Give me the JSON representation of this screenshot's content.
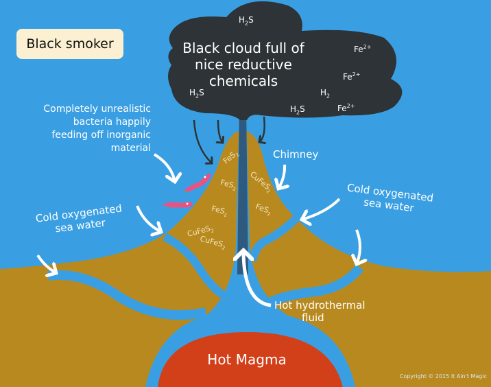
{
  "title": "Black smoker",
  "cloud": {
    "label": "Black cloud full of nice reductive chemicals",
    "line1": "Black cloud full of",
    "line2": "nice reductive",
    "line3": "chemicals",
    "chemicals": [
      {
        "base": "H",
        "sub": "2",
        "tail": "S",
        "sup": ""
      },
      {
        "base": "Fe",
        "sub": "",
        "tail": "",
        "sup": "2+"
      },
      {
        "base": "Fe",
        "sub": "",
        "tail": "",
        "sup": "2+"
      },
      {
        "base": "H",
        "sub": "2",
        "tail": "S",
        "sup": ""
      },
      {
        "base": "H",
        "sub": "2",
        "tail": "",
        "sup": ""
      },
      {
        "base": "H",
        "sub": "2",
        "tail": "S",
        "sup": ""
      },
      {
        "base": "Fe",
        "sub": "",
        "tail": "",
        "sup": "2+"
      }
    ]
  },
  "labels": {
    "bacteria": "Completely unrealistic bacteria happily feeding off inorganic material",
    "bacteria_l1": "Completely unrealistic",
    "bacteria_l2": "bacteria happily",
    "bacteria_l3": "feeding off inorganic",
    "bacteria_l4": "material",
    "chimney": "Chimney",
    "cold_left_l1": "Cold oxygenated",
    "cold_left_l2": "sea water",
    "cold_right_l1": "Cold oxygenated",
    "cold_right_l2": "sea water",
    "hot_fluid_l1": "Hot hydrothermal",
    "hot_fluid_l2": "fluid",
    "magma": "Hot Magma",
    "copyright": "Copyright © 2015 It Ain't Magic"
  },
  "minerals": [
    {
      "base": "FeS",
      "sub": "2"
    },
    {
      "base": "FeS",
      "sub": "2"
    },
    {
      "base": "FeS",
      "sub": "2"
    },
    {
      "base": "CuFeS",
      "sub": "2"
    },
    {
      "base": "CuFeS",
      "sub": "2"
    },
    {
      "base": "CuFeS",
      "sub": "2"
    },
    {
      "base": "FeS",
      "sub": "2"
    }
  ],
  "colors": {
    "sea": "#3a9fe2",
    "rock": "#b8891e",
    "magma": "#d2401a",
    "cloud": "#2d3336",
    "bacteria": "#f0507f"
  }
}
